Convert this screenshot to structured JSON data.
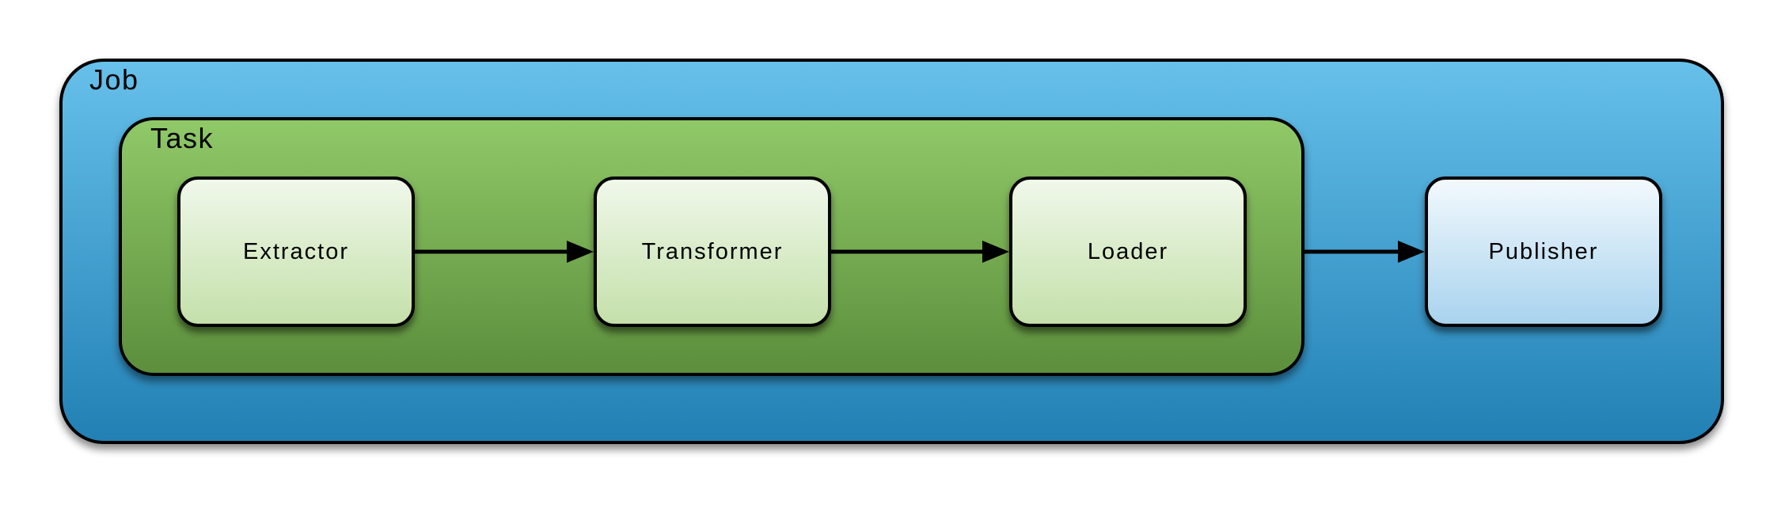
{
  "diagram": {
    "type": "nested-container-flow",
    "containers": {
      "job": {
        "label": "Job"
      },
      "task": {
        "label": "Task"
      }
    },
    "nodes": [
      {
        "id": "extractor",
        "label": "Extractor",
        "parent": "task",
        "fill": "green"
      },
      {
        "id": "transformer",
        "label": "Transformer",
        "parent": "task",
        "fill": "green"
      },
      {
        "id": "loader",
        "label": "Loader",
        "parent": "task",
        "fill": "green"
      },
      {
        "id": "publisher",
        "label": "Publisher",
        "parent": "job",
        "fill": "blue"
      }
    ],
    "edges": [
      {
        "from": "extractor",
        "to": "transformer"
      },
      {
        "from": "transformer",
        "to": "loader"
      },
      {
        "from": "loader",
        "to": "publisher"
      }
    ],
    "colors": {
      "job_gradient_top": "#66c0ea",
      "job_gradient_bottom": "#2280b4",
      "task_gradient_top": "#90c968",
      "task_gradient_bottom": "#5c8e3c",
      "node_green_gradient_top": "#f0f8ea",
      "node_green_gradient_bottom": "#c4e0aa",
      "node_blue_gradient_top": "#f2f9fd",
      "node_blue_gradient_bottom": "#a9d3ee",
      "border": "#000000",
      "arrow": "#000000",
      "page_background": "#ffffff"
    }
  }
}
